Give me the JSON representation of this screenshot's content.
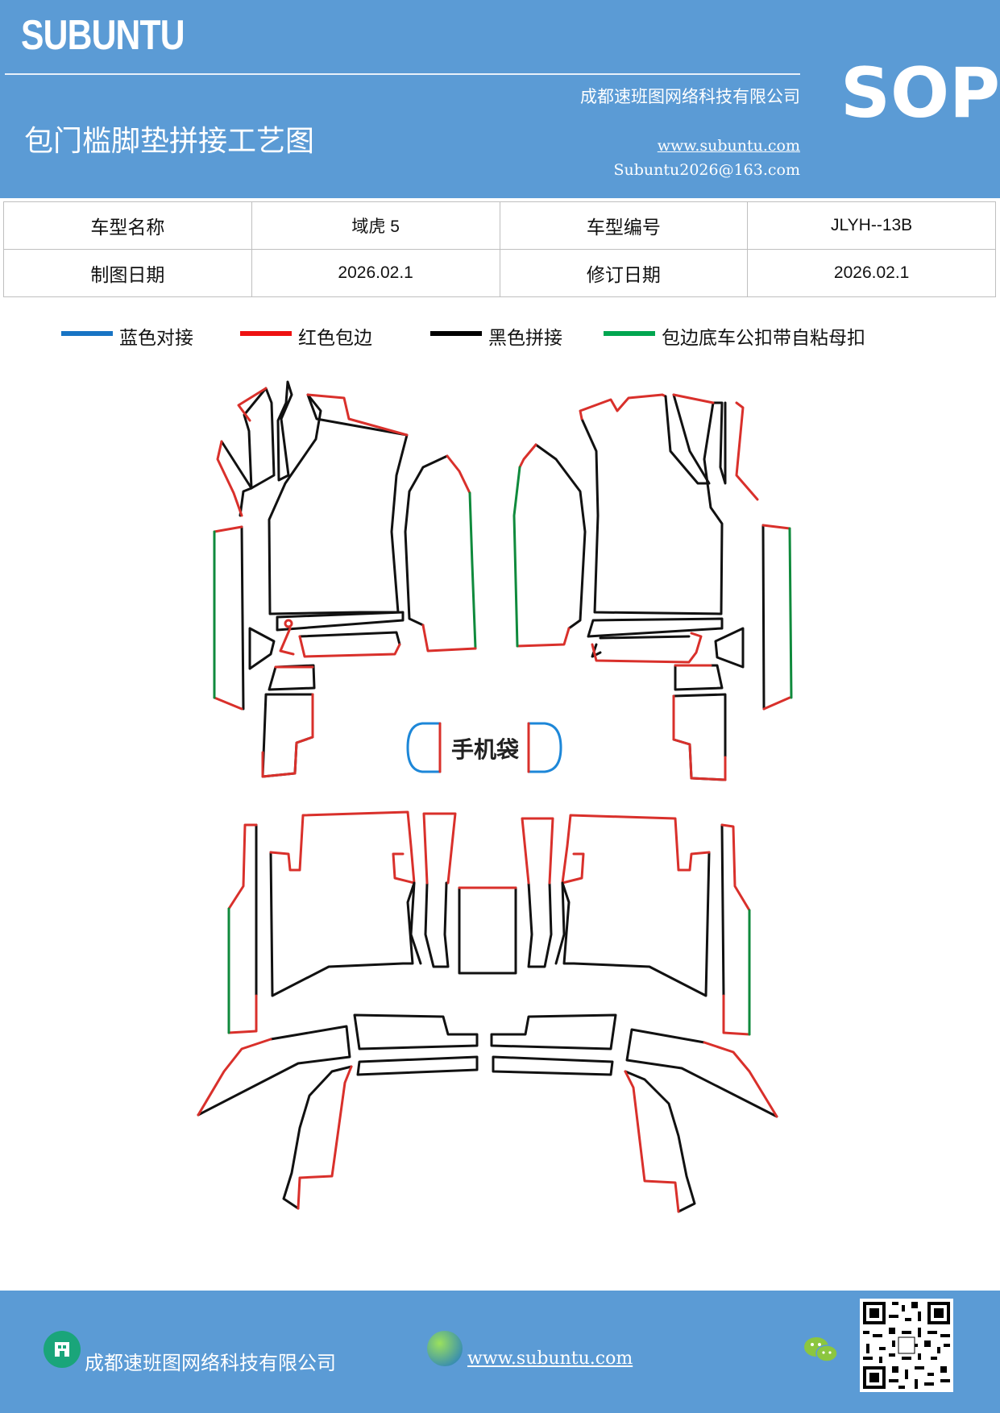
{
  "header": {
    "brand": "SUBUNTU",
    "company": "成都速班图网络科技有限公司",
    "title": "包门槛脚垫拼接工艺图",
    "website": "www.subuntu.com",
    "email": "Subuntu2026@163.com",
    "badge": "SOP"
  },
  "info": {
    "model_name_label": "车型名称",
    "model_name": "域虎 5",
    "model_code_label": "车型编号",
    "model_code": "JLYH--13B",
    "draw_date_label": "制图日期",
    "draw_date": "2026.02.1",
    "revise_date_label": "修订日期",
    "revise_date": "2026.02.1"
  },
  "legend": [
    {
      "label": "蓝色对接",
      "color": "#1874c4"
    },
    {
      "label": "红色包边",
      "color": "#ee1111"
    },
    {
      "label": "黑色拼接",
      "color": "#000000"
    },
    {
      "label": "包边底车公扣带自粘母扣",
      "color": "#00a650"
    }
  ],
  "diagram": {
    "phone_bag_label": "手机袋",
    "colors": {
      "red": "#d9302b",
      "black": "#111111",
      "green": "#0f8a3c",
      "blue": "#1d87d8"
    }
  },
  "footer": {
    "company": "成都速班图网络科技有限公司",
    "website": "www.subuntu.com"
  }
}
